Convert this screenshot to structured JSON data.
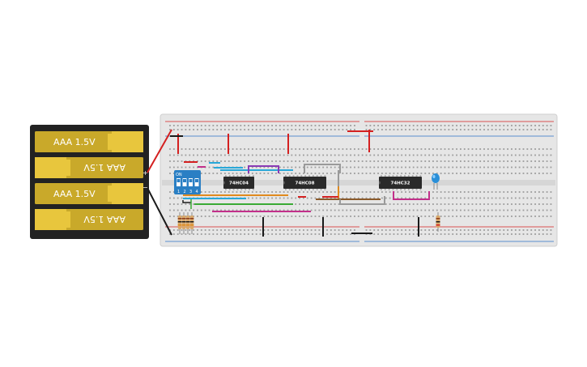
{
  "battery_pack": {
    "cells": [
      {
        "label": "AAA 1.5V",
        "flipped": false
      },
      {
        "label": "AAA 1.5V",
        "flipped": true
      },
      {
        "label": "AAA 1.5V",
        "flipped": false
      },
      {
        "label": "AAA 1.5V",
        "flipped": true
      }
    ],
    "terminal_plus": "+",
    "terminal_minus": "−"
  },
  "dip_switch": {
    "label": "ON",
    "positions": [
      "1",
      "2",
      "3",
      "4"
    ]
  },
  "chips": [
    {
      "id": "ic1",
      "label": "74HC04"
    },
    {
      "id": "ic2",
      "label": "74HC08"
    },
    {
      "id": "ic3",
      "label": "74HC32"
    }
  ],
  "colors": {
    "board": "#e4e4e4",
    "battery_case": "#222222",
    "cell": "#c9a92a",
    "cell_cap": "#e8c63d",
    "wire_red": "#d42020",
    "wire_black": "#1a1a1a",
    "wire_blue": "#2aa8d8",
    "wire_green": "#3aaa35",
    "wire_orange": "#e08a1e",
    "wire_purple": "#8a3bb5",
    "wire_magenta": "#c2308a",
    "wire_brown": "#8a5a2b",
    "wire_gray": "#9a9a9a",
    "chip": "#2a2a2a",
    "dip_body": "#2a7fc4",
    "led": "#2a8fd8"
  }
}
